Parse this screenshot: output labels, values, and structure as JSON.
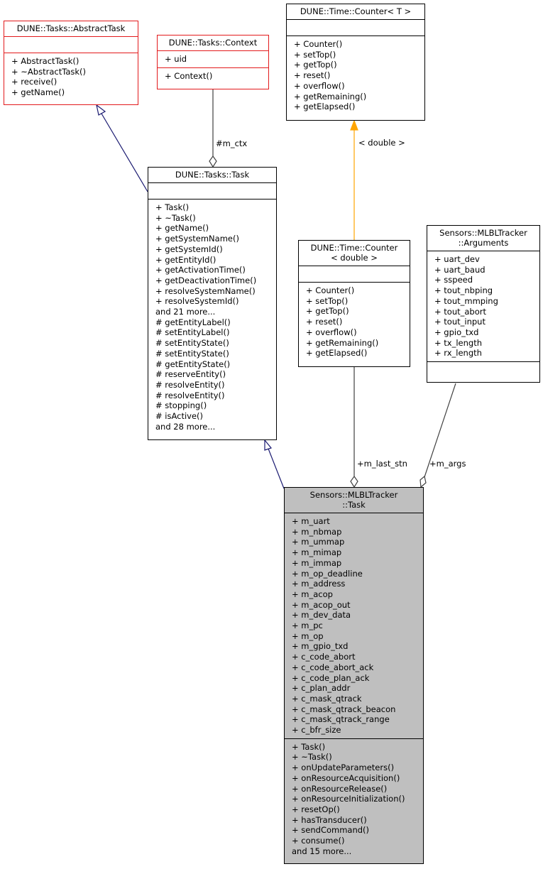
{
  "classes": {
    "abstract_task": {
      "title": [
        "DUNE::Tasks::AbstractTask"
      ],
      "attributes": [],
      "methods": [
        "+ AbstractTask()",
        "+ ~AbstractTask()",
        "+ receive()",
        "+ getName()"
      ]
    },
    "context": {
      "title": [
        "DUNE::Tasks::Context"
      ],
      "attributes": [
        "+ uid"
      ],
      "methods": [
        "+ Context()"
      ]
    },
    "counter_t": {
      "title": [
        "DUNE::Time::Counter< T >"
      ],
      "attributes": [],
      "methods": [
        "+ Counter()",
        "+ setTop()",
        "+ getTop()",
        "+ reset()",
        "+ overflow()",
        "+ getRemaining()",
        "+ getElapsed()"
      ]
    },
    "task": {
      "title": [
        "DUNE::Tasks::Task"
      ],
      "attributes": [],
      "methods": [
        "+ Task()",
        "+ ~Task()",
        "+ getName()",
        "+ getSystemName()",
        "+ getSystemId()",
        "+ getEntityId()",
        "+ getActivationTime()",
        "+ getDeactivationTime()",
        "+ resolveSystemName()",
        "+ resolveSystemId()",
        "and 21 more...",
        "# getEntityLabel()",
        "# setEntityLabel()",
        "# setEntityState()",
        "# setEntityState()",
        "# getEntityState()",
        "# reserveEntity()",
        "# resolveEntity()",
        "# resolveEntity()",
        "# stopping()",
        "# isActive()",
        "and 28 more..."
      ]
    },
    "counter_double": {
      "title": [
        "DUNE::Time::Counter",
        "< double >"
      ],
      "attributes": [],
      "methods": [
        "+ Counter()",
        "+ setTop()",
        "+ getTop()",
        "+ reset()",
        "+ overflow()",
        "+ getRemaining()",
        "+ getElapsed()"
      ]
    },
    "arguments": {
      "title": [
        "Sensors::MLBLTracker",
        "::Arguments"
      ],
      "attributes": [
        "+ uart_dev",
        "+ uart_baud",
        "+ sspeed",
        "+ tout_nbping",
        "+ tout_mmping",
        "+ tout_abort",
        "+ tout_input",
        "+ gpio_txd",
        "+ tx_length",
        "+ rx_length"
      ],
      "methods": []
    },
    "mlbl_task": {
      "title": [
        "Sensors::MLBLTracker",
        "::Task"
      ],
      "attributes": [
        "+ m_uart",
        "+ m_nbmap",
        "+ m_ummap",
        "+ m_mimap",
        "+ m_immap",
        "+ m_op_deadline",
        "+ m_address",
        "+ m_acop",
        "+ m_acop_out",
        "+ m_dev_data",
        "+ m_pc",
        "+ m_op",
        "+ m_gpio_txd",
        "+ c_code_abort",
        "+ c_code_abort_ack",
        "+ c_code_plan_ack",
        "+ c_plan_addr",
        "+ c_mask_qtrack",
        "+ c_mask_qtrack_beacon",
        "+ c_mask_qtrack_range",
        "+ c_bfr_size"
      ],
      "methods": [
        "+ Task()",
        "+ ~Task()",
        "+ onUpdateParameters()",
        "+ onResourceAcquisition()",
        "+ onResourceRelease()",
        "+ onResourceInitialization()",
        "+ resetOp()",
        "+ hasTransducer()",
        "+ sendCommand()",
        "+ consume()",
        "and 15 more..."
      ]
    }
  },
  "edge_labels": {
    "m_ctx": "#m_ctx",
    "template_arg": "< double >",
    "m_last_stn": "+m_last_stn",
    "m_args": "+m_args"
  },
  "colors": {
    "inheritance": "#191970",
    "template": "#ffa500",
    "usage": "#404040",
    "incomplete_border": "#e31a1c",
    "focus_fill": "#bfbfbf"
  }
}
